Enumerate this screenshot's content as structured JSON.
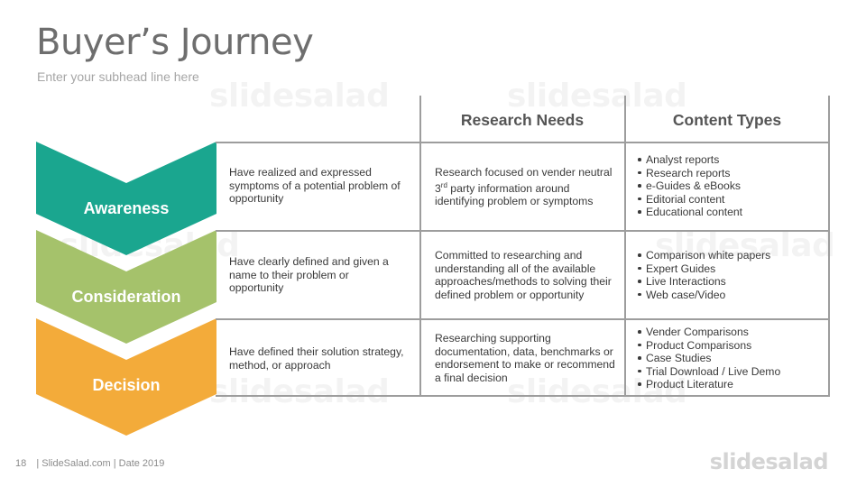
{
  "header": {
    "title": "Buyer’s Journey",
    "subtitle": "Enter your subhead line here"
  },
  "watermark_text": "slidesalad",
  "columns": {
    "research_needs": "Research Needs",
    "content_types": "Content Types"
  },
  "colors": {
    "awareness": "#1aa68f",
    "consideration": "#a5c26b",
    "decision": "#f3ab3a",
    "grid": "#9d9d9d"
  },
  "stages": [
    {
      "name": "Awareness",
      "description": "Have realized and expressed symptoms of a potential problem of opportunity",
      "research_pre": "Research focused on vender neutral 3",
      "research_sup": "rd",
      "research_post": " party information around identifying problem or symptoms",
      "content": [
        "Analyst reports",
        "Research reports",
        "e-Guides & eBooks",
        "Editorial content",
        "Educational content"
      ]
    },
    {
      "name": "Consideration",
      "description": "Have clearly defined and given a name to their problem or opportunity",
      "research": "Committed to researching and understanding all of the available approaches/methods to solving their defined problem or opportunity",
      "content": [
        "Comparison white papers",
        "Expert Guides",
        "Live Interactions",
        "Web case/Video"
      ]
    },
    {
      "name": "Decision",
      "description": "Have defined their solution strategy, method, or approach",
      "research": "Researching supporting documentation, data, benchmarks or endorsement to make or recommend a final decision",
      "content": [
        "Vender Comparisons",
        "Product Comparisons",
        "Case Studies",
        "Trial Download / Live Demo",
        "Product Literature"
      ]
    }
  ],
  "footer": {
    "page_number": "18",
    "text": "| SlideSalad.com | Date 2019"
  },
  "logo": "slidesalad"
}
